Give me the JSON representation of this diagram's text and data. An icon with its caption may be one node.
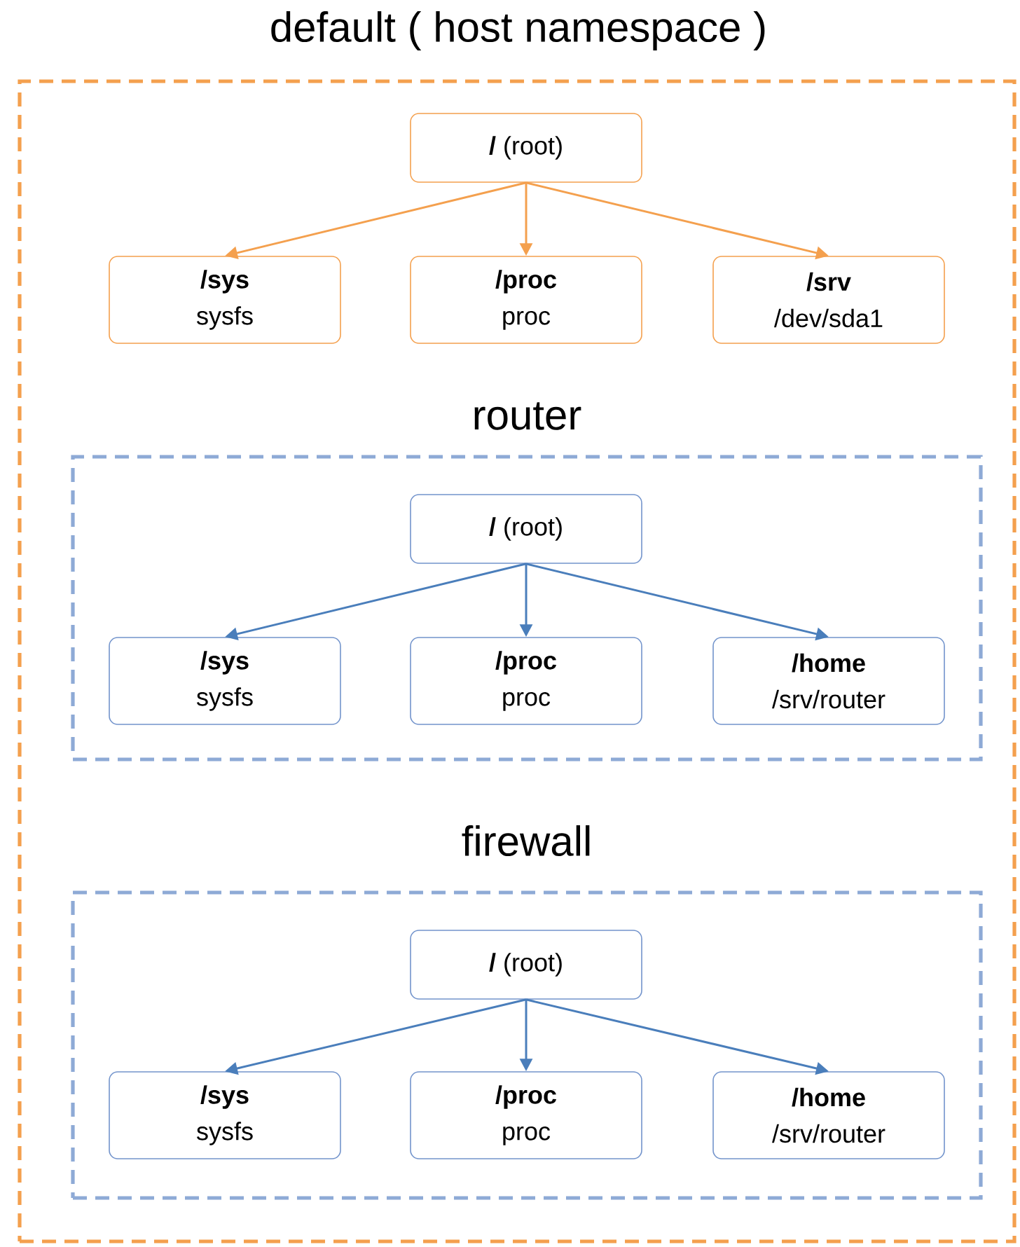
{
  "diagram": {
    "nodes": [
      {
        "text": [
          "default ( host namespace )"
        ]
      },
      {
        "text": [
          "**/** (root)"
        ],
        "in": 0
      },
      {
        "text": [
          "/sys",
          "sysfs"
        ],
        "in": 0
      },
      {
        "text": [
          "/proc",
          "proc"
        ],
        "in": 0
      },
      {
        "text": [
          "/srv",
          "/dev/sda1"
        ],
        "in": 0
      },
      {
        "text": [
          "router"
        ],
        "in": 0
      },
      {
        "text": [
          "**/** (root)"
        ],
        "in": 5
      },
      {
        "text": [
          "/sys",
          "sysfs"
        ],
        "in": 5
      },
      {
        "text": [
          "/proc",
          "proc"
        ],
        "in": 5
      },
      {
        "text": [
          "/home",
          "/srv/router"
        ],
        "in": 5
      },
      {
        "text": [
          "firewall"
        ],
        "in": 0
      },
      {
        "text": [
          "**/** (root)"
        ],
        "in": 10
      },
      {
        "text": [
          "/sys",
          "sysfs"
        ],
        "in": 10
      },
      {
        "text": [
          "/proc",
          "proc"
        ],
        "in": 10
      },
      {
        "text": [
          "/home",
          "/srv/router"
        ],
        "in": 10
      }
    ],
    "edges": [
      {
        "from": 1,
        "to": 2,
        "arrow": "to",
        "color": "#f4a04e"
      },
      {
        "from": 1,
        "to": 3,
        "arrow": "to",
        "color": "#f4a04e"
      },
      {
        "from": 1,
        "to": 4,
        "arrow": "to",
        "color": "#f4a04e"
      },
      {
        "from": 6,
        "to": 7,
        "arrow": "to"
      },
      {
        "from": 6,
        "to": 8,
        "arrow": "to"
      },
      {
        "from": 6,
        "to": 9,
        "arrow": "to"
      },
      {
        "from": 11,
        "to": 12,
        "arrow": "to"
      },
      {
        "from": 11,
        "to": 13,
        "arrow": "to"
      },
      {
        "from": 11,
        "to": 14,
        "arrow": "to"
      }
    ]
  }
}
